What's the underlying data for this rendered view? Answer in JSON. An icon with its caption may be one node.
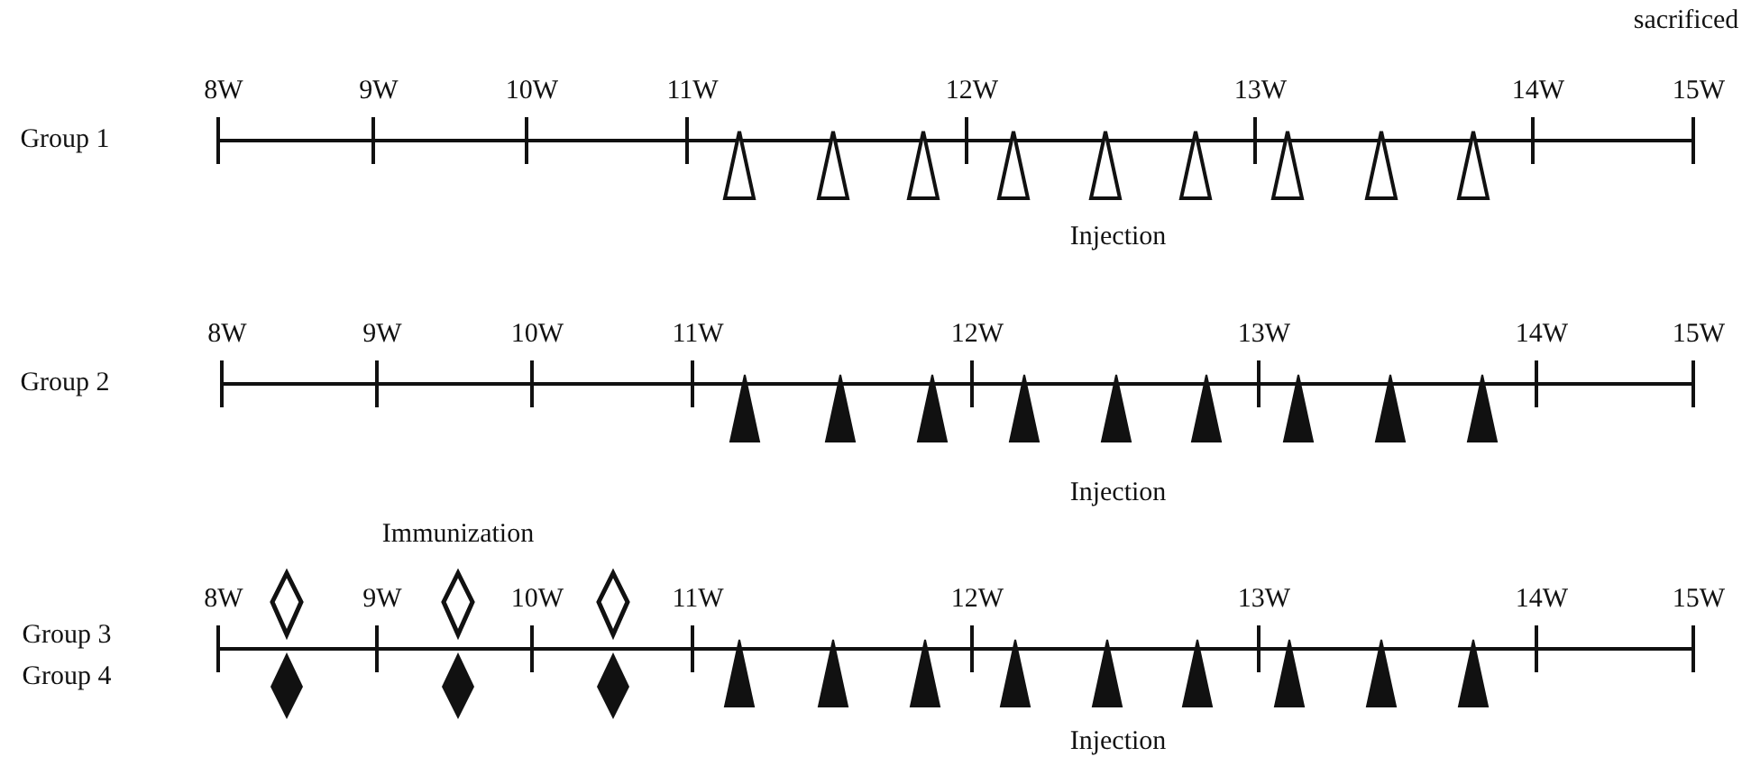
{
  "diagram": {
    "labels": [
      "sacrificed",
      "8W",
      "9W",
      "10W",
      "11W",
      "12W",
      "13W",
      "14W",
      "15W",
      "Group 1",
      "Injection",
      "8W",
      "9W",
      "10W",
      "11W",
      "12W",
      "13W",
      "14W",
      "15W",
      "Group 2",
      "Injection",
      "Immunization",
      "8W",
      "9W",
      "10W",
      "11W",
      "12W",
      "13W",
      "14W",
      "15W",
      "Group 3",
      "Group 4",
      "Injection"
    ]
  }
}
